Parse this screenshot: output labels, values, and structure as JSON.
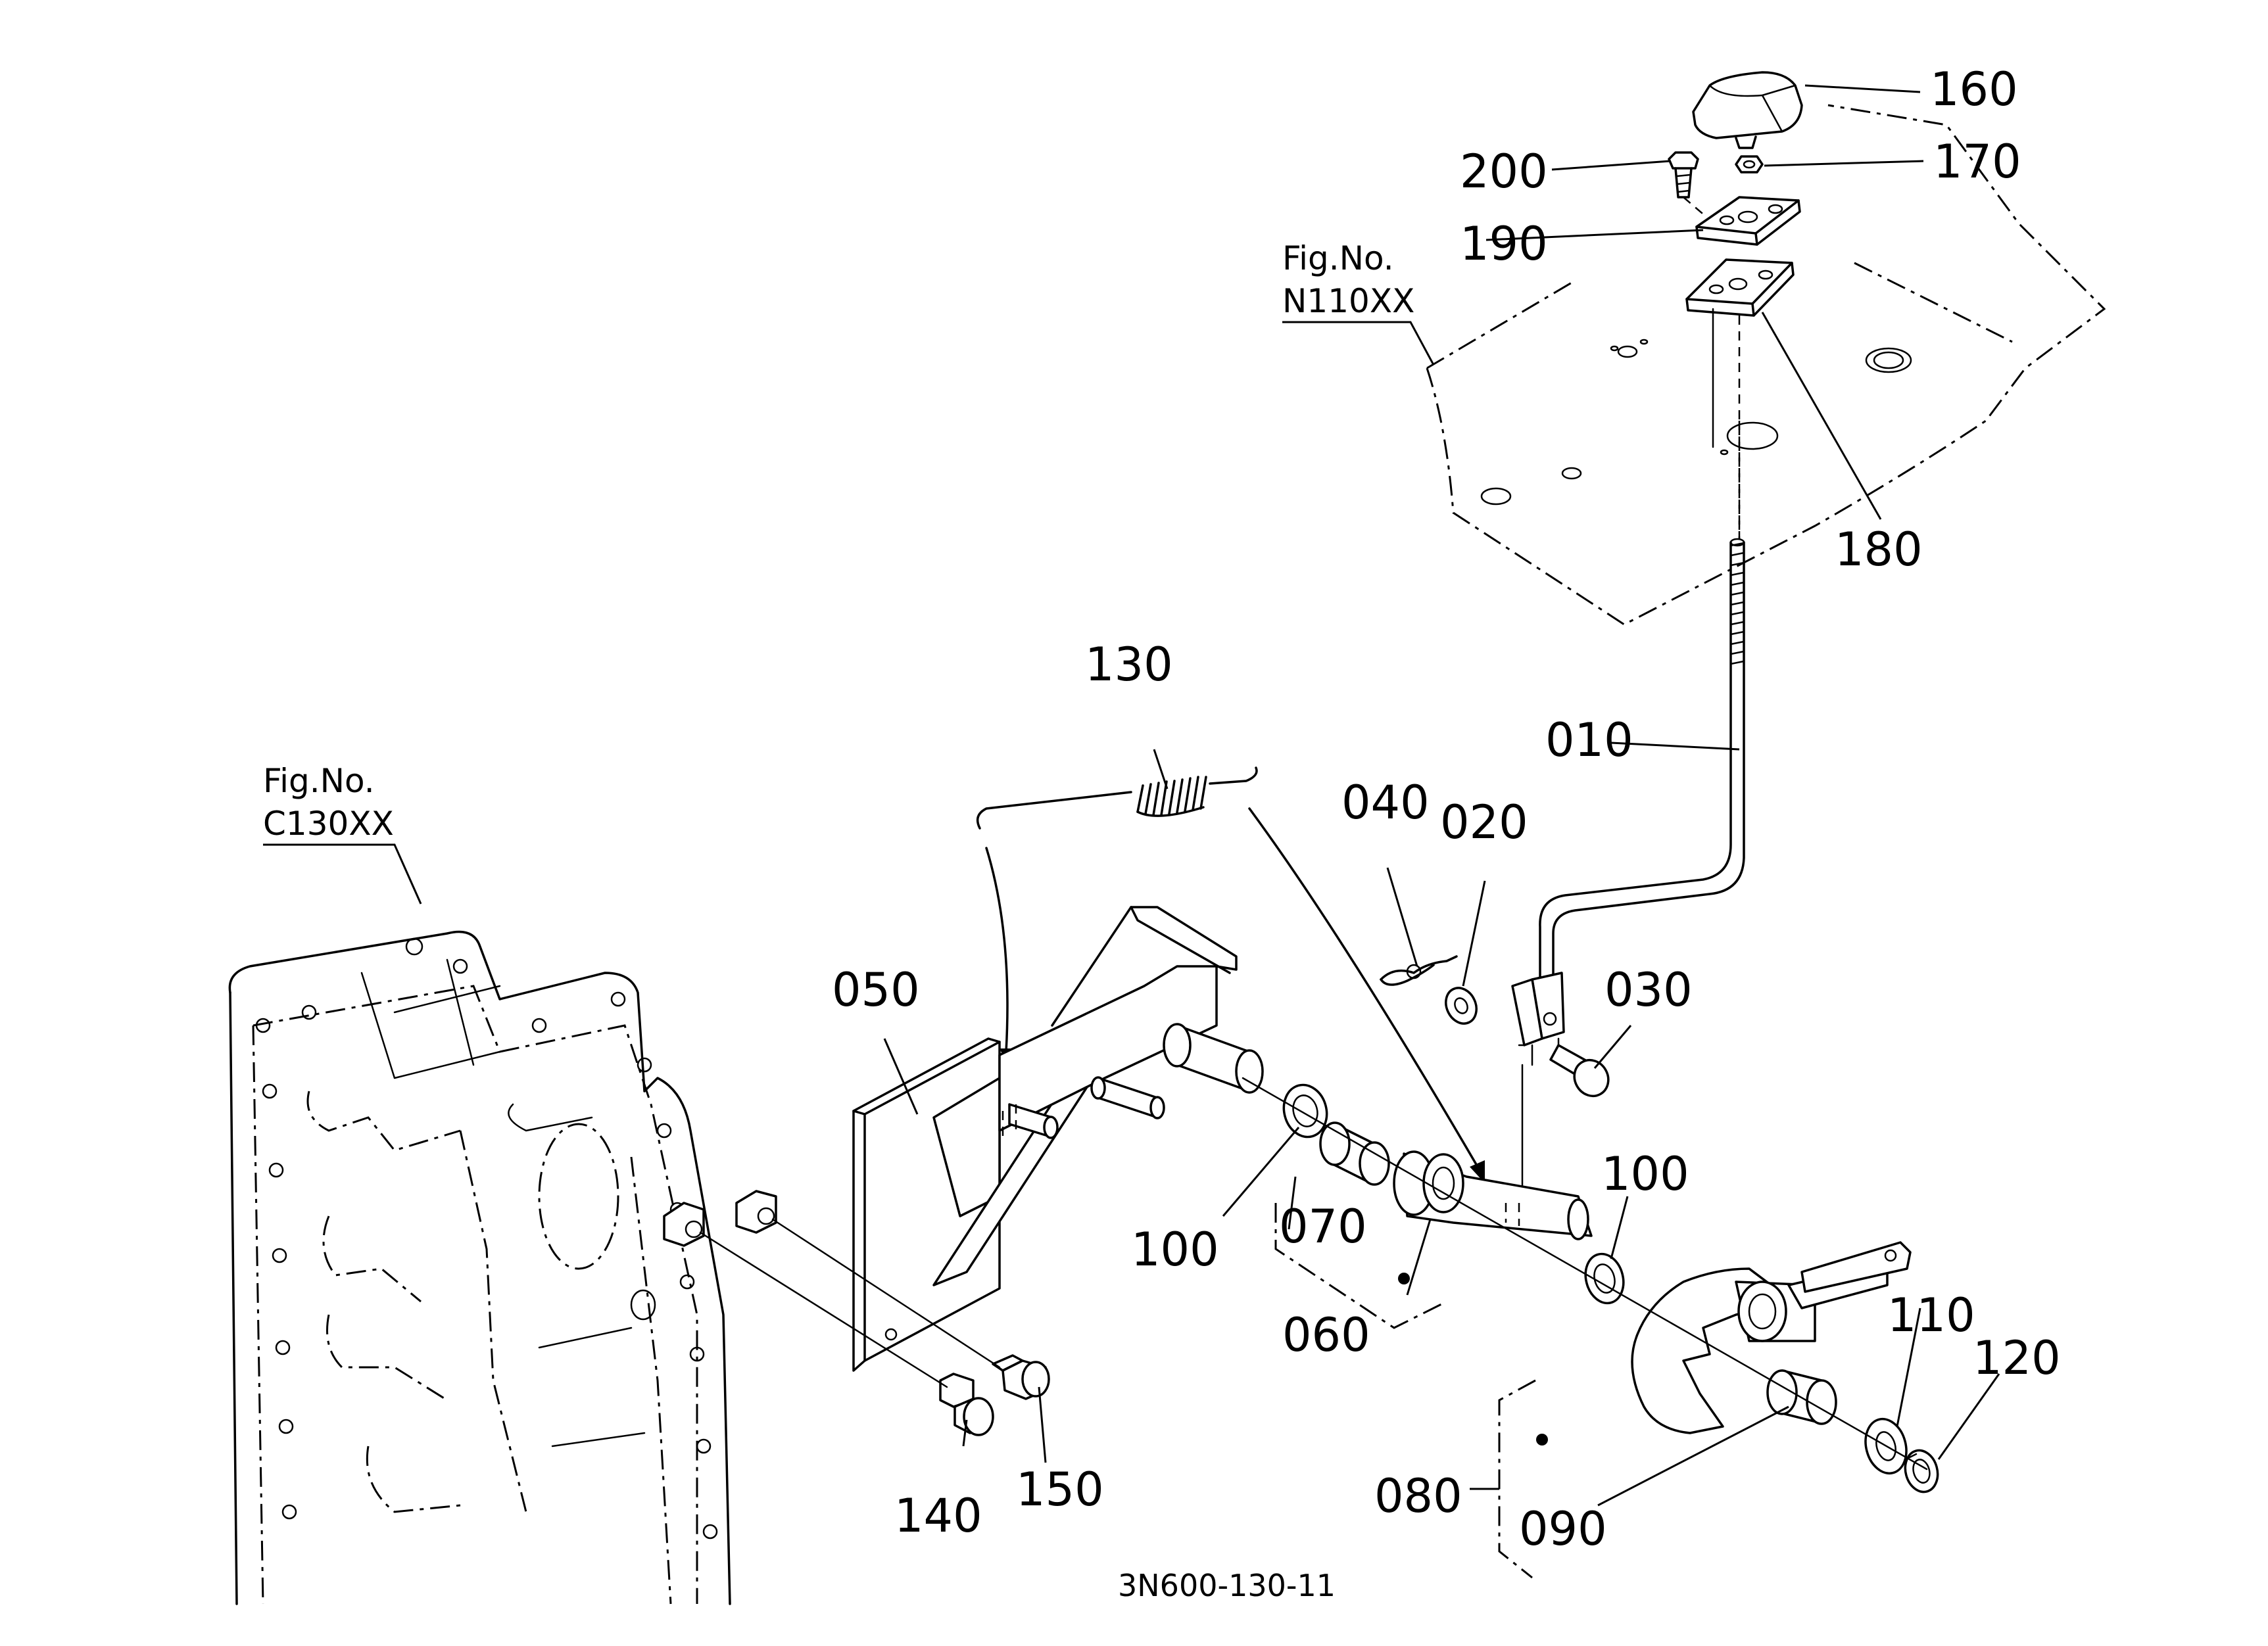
{
  "figure_refs": [
    {
      "id": "n110",
      "line1": "Fig.No.",
      "line2": "N110XX"
    },
    {
      "id": "c130",
      "line1": "Fig.No.",
      "line2": "C130XX"
    }
  ],
  "parts": {
    "p010": "010",
    "p020": "020",
    "p030": "030",
    "p040": "040",
    "p050": "050",
    "p060": "060",
    "p070": "070",
    "p080": "080",
    "p090": "090",
    "p100a": "100",
    "p100b": "100",
    "p110": "110",
    "p120": "120",
    "p130": "130",
    "p140": "140",
    "p150": "150",
    "p160": "160",
    "p170": "170",
    "p180": "180",
    "p190": "190",
    "p200": "200"
  },
  "caption": "3N600-130-11"
}
